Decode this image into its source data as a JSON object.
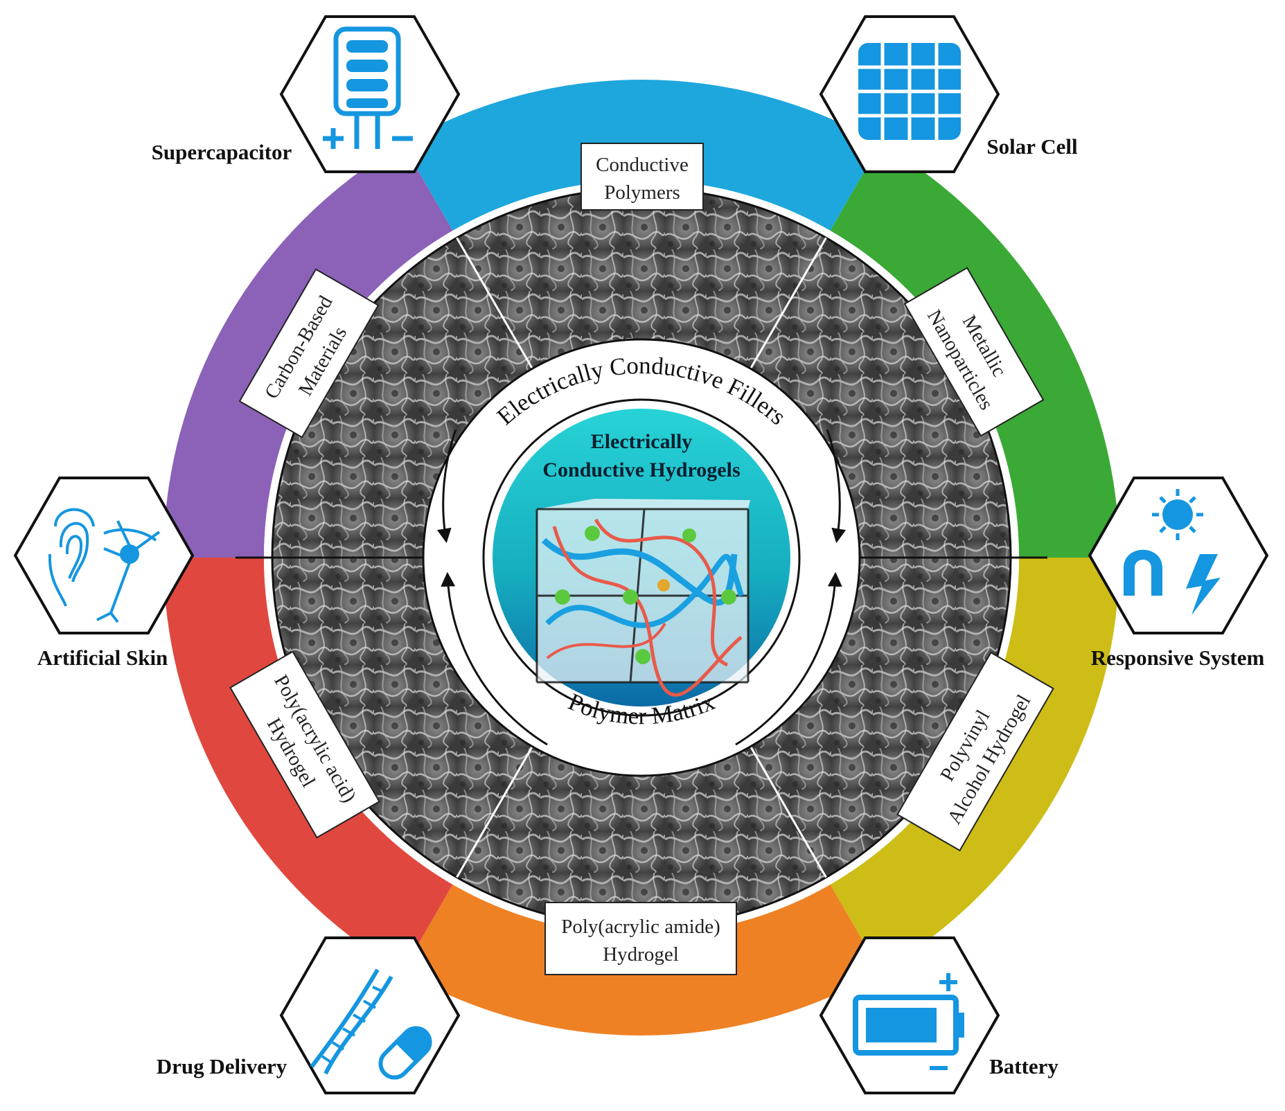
{
  "center": {
    "title_line1": "Electrically",
    "title_line2": "Conductive Hydrogels",
    "ring_top": "Electrically Conductive Fillers",
    "ring_bottom": "Polymer Matrix"
  },
  "segments": [
    {
      "id": "conductive-polymers",
      "line1": "Conductive",
      "line2": "Polymers"
    },
    {
      "id": "metallic-nanoparticles",
      "line1": "Metallic",
      "line2": "Nanoparticles"
    },
    {
      "id": "carbon-based-materials",
      "line1": "Carbon-Based",
      "line2": "Materials"
    },
    {
      "id": "poly-acrylic-acid",
      "line1": "Poly(acrylic acid)",
      "line2": "Hydrogel"
    },
    {
      "id": "poly-acrylic-amide",
      "line1": "Poly(acrylic amide)",
      "line2": "Hydrogel"
    },
    {
      "id": "polyvinyl-alcohol",
      "line1": "Polyvinyl",
      "line2": "Alcohol Hydrogel"
    }
  ],
  "applications": [
    {
      "id": "supercapacitor",
      "label": "Supercapacitor",
      "icon": "supercapacitor-icon"
    },
    {
      "id": "solar-cell",
      "label": "Solar Cell",
      "icon": "solar-panel-icon"
    },
    {
      "id": "artificial-skin",
      "label": "Artificial Skin",
      "icon": "fingerprint-neuron-icon"
    },
    {
      "id": "responsive-system",
      "label": "Responsive System",
      "icon": "sun-magnet-lightning-icon"
    },
    {
      "id": "drug-delivery",
      "label": "Drug Delivery",
      "icon": "dna-capsule-icon"
    },
    {
      "id": "battery",
      "label": "Battery",
      "icon": "battery-icon"
    }
  ],
  "colors": {
    "blue": "#1ea7dd",
    "green": "#3aa935",
    "purple": "#8b62b8",
    "red": "#e0483f",
    "orange": "#ee8124",
    "yellow": "#cdbd16",
    "icon_blue": "#1596e0",
    "center_cyan": "#19b6c4"
  }
}
